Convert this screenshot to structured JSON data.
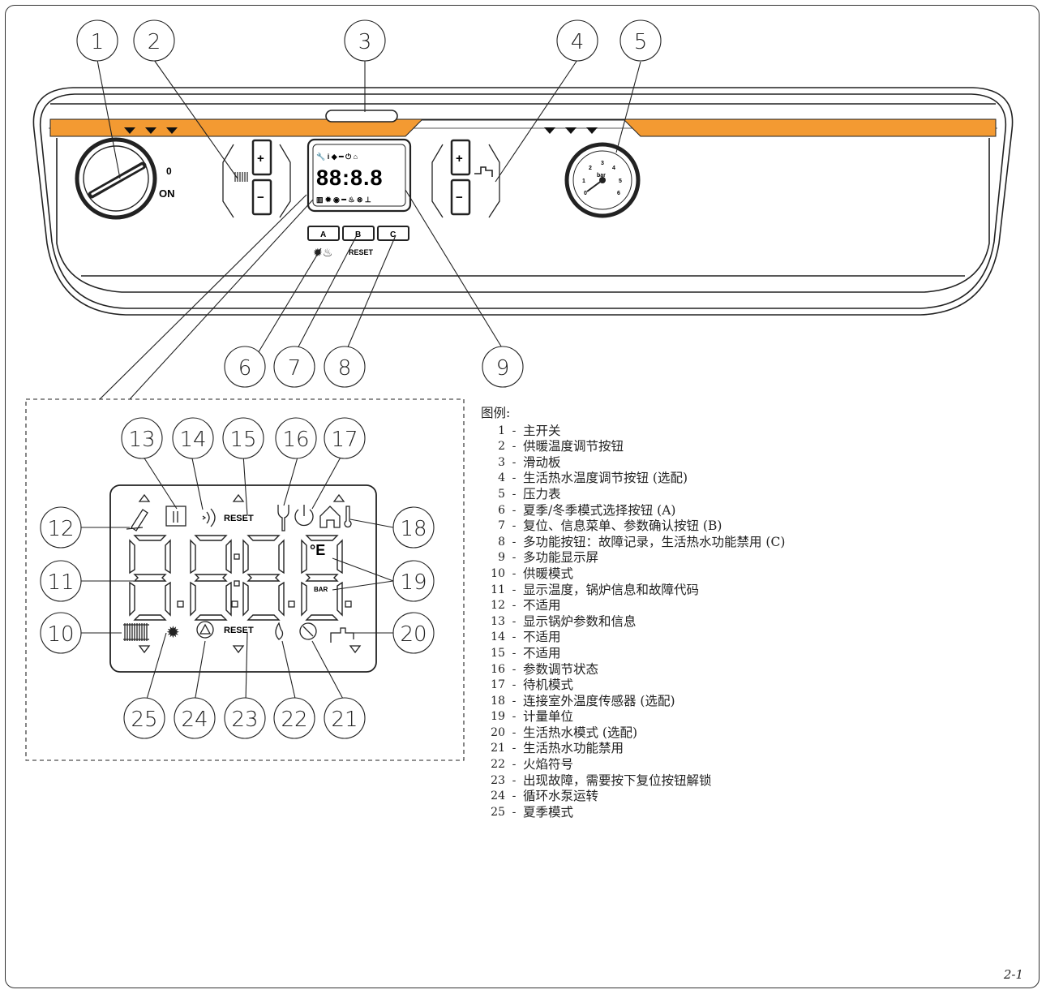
{
  "panel": {
    "switch_off_label": "0",
    "switch_on_label": "ON",
    "plus": "+",
    "minus": "−",
    "btn_a": "A",
    "btn_b": "B",
    "btn_c": "C",
    "reset_label": "RESET",
    "gauge_unit": "bar",
    "gauge_ticks": [
      "0",
      "1",
      "2",
      "3",
      "4",
      "5",
      "6"
    ]
  },
  "display": {
    "icon_reset": "RESET",
    "unit_bar": "BAR",
    "unit_celsius": "°E"
  },
  "callouts": [
    "1",
    "2",
    "3",
    "4",
    "5",
    "6",
    "7",
    "8",
    "9",
    "10",
    "11",
    "12",
    "13",
    "14",
    "15",
    "16",
    "17",
    "18",
    "19",
    "20",
    "21",
    "22",
    "23",
    "24",
    "25"
  ],
  "legend": {
    "title": "图例:",
    "items": [
      {
        "num": "1",
        "text": "主开关"
      },
      {
        "num": "2",
        "text": "供暖温度调节按钮"
      },
      {
        "num": "3",
        "text": "滑动板"
      },
      {
        "num": "4",
        "text": "生活热水温度调节按钮 (选配)"
      },
      {
        "num": "5",
        "text": "压力表"
      },
      {
        "num": "6",
        "text": "夏季/冬季模式选择按钮 (A)"
      },
      {
        "num": "7",
        "text": "复位、信息菜单、参数确认按钮 (B)"
      },
      {
        "num": "8",
        "text": "多功能按钮：故障记录，生活热水功能禁用 (C)"
      },
      {
        "num": "9",
        "text": "多功能显示屏"
      },
      {
        "num": "10",
        "text": "供暖模式"
      },
      {
        "num": "11",
        "text": "显示温度，锅炉信息和故障代码"
      },
      {
        "num": "12",
        "text": "不适用"
      },
      {
        "num": "13",
        "text": "显示锅炉参数和信息"
      },
      {
        "num": "14",
        "text": "不适用"
      },
      {
        "num": "15",
        "text": "不适用"
      },
      {
        "num": "16",
        "text": "参数调节状态"
      },
      {
        "num": "17",
        "text": "待机模式"
      },
      {
        "num": "18",
        "text": "连接室外温度传感器 (选配)"
      },
      {
        "num": "19",
        "text": "计量单位"
      },
      {
        "num": "20",
        "text": "生活热水模式 (选配)"
      },
      {
        "num": "21",
        "text": "生活热水功能禁用"
      },
      {
        "num": "22",
        "text": "火焰符号"
      },
      {
        "num": "23",
        "text": "出现故障，需要按下复位按钮解锁"
      },
      {
        "num": "24",
        "text": "循环水泵运转"
      },
      {
        "num": "25",
        "text": "夏季模式"
      }
    ],
    "separator": "-"
  },
  "figure_label": "2-1",
  "colors": {
    "accent": "#F39A32",
    "line": "#222222"
  }
}
